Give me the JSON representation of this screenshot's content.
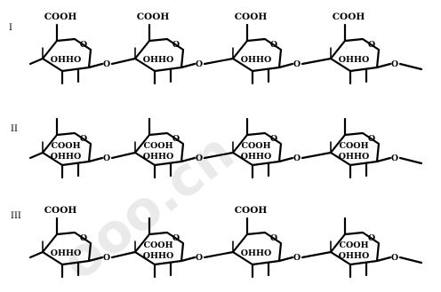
{
  "rows": [
    {
      "label": "I",
      "rings": [
        {
          "top": "COOH",
          "inner": [
            "OHHO"
          ]
        },
        {
          "top": "COOH",
          "inner": [
            "OHHO"
          ]
        },
        {
          "top": "COOH",
          "inner": [
            "OHHO"
          ]
        },
        {
          "top": "COOH",
          "inner": [
            "OHHO"
          ]
        }
      ]
    },
    {
      "label": "II",
      "rings": [
        {
          "top": "",
          "inner": [
            "COOH",
            "OHHO"
          ]
        },
        {
          "top": "",
          "inner": [
            "COOH",
            "OHHO"
          ]
        },
        {
          "top": "",
          "inner": [
            "COOH",
            "OHHO"
          ]
        },
        {
          "top": "",
          "inner": [
            "COOH",
            "OHHO"
          ]
        }
      ]
    },
    {
      "label": "III",
      "rings": [
        {
          "top": "COOH",
          "inner": [
            "OHHO"
          ]
        },
        {
          "top": "",
          "inner": [
            "COOH",
            "OHHO"
          ]
        },
        {
          "top": "COOH",
          "inner": [
            "OHHO"
          ]
        },
        {
          "top": "",
          "inner": [
            "COOH",
            "OHHO"
          ]
        }
      ]
    }
  ],
  "ring_oxygen": "O",
  "link_oxygen": "O",
  "watermark": "ooo.cn"
}
